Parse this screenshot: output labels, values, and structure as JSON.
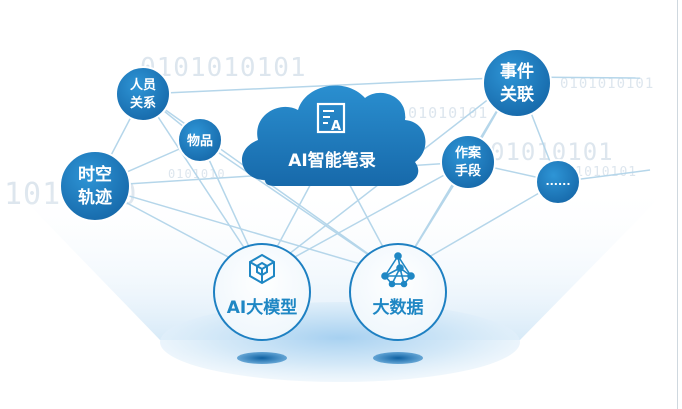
{
  "background_binary": [
    "0101010101",
    "0101010101",
    "0101010101",
    "01010101",
    "10101010101",
    "0101010",
    "101 010"
  ],
  "cloud": {
    "label": "AI智能笔录",
    "icon": "document-ai-icon"
  },
  "nodes": [
    {
      "id": "person",
      "line1": "人员",
      "line2": "关系"
    },
    {
      "id": "goods",
      "line1": "物品",
      "line2": ""
    },
    {
      "id": "spacetime",
      "line1": "时空",
      "line2": "轨迹"
    },
    {
      "id": "event",
      "line1": "事件",
      "line2": "关联"
    },
    {
      "id": "method",
      "line1": "作案",
      "line2": "手段"
    },
    {
      "id": "more",
      "line1": "......",
      "line2": ""
    }
  ],
  "hubs": [
    {
      "id": "ai-model",
      "label": "AI大模型",
      "icon": "cube-icon"
    },
    {
      "id": "big-data",
      "label": "大数据",
      "icon": "network-icon"
    }
  ],
  "colors": {
    "node_blue": "#1c7fc2",
    "node_blue_dark": "#1569a8",
    "line": "#b5d6ea",
    "platform": "#cfe6f6",
    "platform_dark": "#a9d1ee",
    "hub_text": "#1f87c4",
    "binary": "#dde6ee"
  }
}
